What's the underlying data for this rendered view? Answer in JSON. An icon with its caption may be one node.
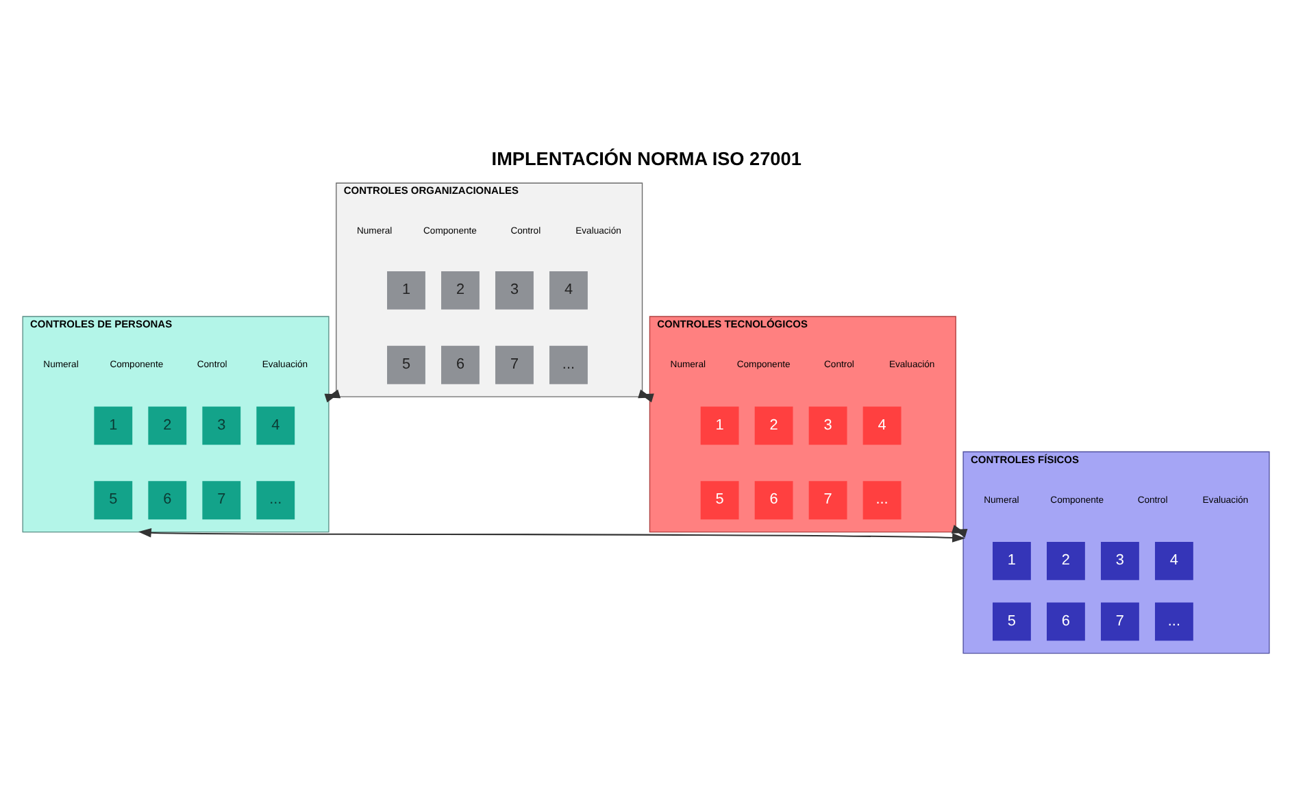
{
  "diagram": {
    "title": "IMPLENTACIÓN NORMA ISO 27001",
    "nodes": [
      {
        "text": [
          "CONTROLES ORGANIZACIONALES"
        ]
      },
      {
        "text": [
          "1"
        ],
        "in": 0
      },
      {
        "text": [
          "2"
        ],
        "in": 0
      },
      {
        "text": [
          "3"
        ],
        "in": 0
      },
      {
        "text": [
          "4"
        ],
        "in": 0
      },
      {
        "text": [
          "5"
        ],
        "in": 0
      },
      {
        "text": [
          "6"
        ],
        "in": 0
      },
      {
        "text": [
          "7"
        ],
        "in": 0
      },
      {
        "text": [
          "..."
        ],
        "in": 0
      },
      {
        "text": [
          "CONTROLES DE PERSONAS"
        ]
      },
      {
        "text": [
          "1"
        ],
        "in": 9
      },
      {
        "text": [
          "2"
        ],
        "in": 9
      },
      {
        "text": [
          "3"
        ],
        "in": 9
      },
      {
        "text": [
          "4"
        ],
        "in": 9
      },
      {
        "text": [
          "5"
        ],
        "in": 9
      },
      {
        "text": [
          "6"
        ],
        "in": 9
      },
      {
        "text": [
          "7"
        ],
        "in": 9
      },
      {
        "text": [
          "..."
        ],
        "in": 9
      },
      {
        "text": [
          "CONTROLES TECNOLÓGICOS"
        ]
      },
      {
        "text": [
          "1"
        ],
        "in": 18
      },
      {
        "text": [
          "2"
        ],
        "in": 18
      },
      {
        "text": [
          "3"
        ],
        "in": 18
      },
      {
        "text": [
          "4"
        ],
        "in": 18
      },
      {
        "text": [
          "5"
        ],
        "in": 18
      },
      {
        "text": [
          "6"
        ],
        "in": 18
      },
      {
        "text": [
          "7"
        ],
        "in": 18
      },
      {
        "text": [
          "..."
        ],
        "in": 18
      },
      {
        "text": [
          "CONTROLES FÍSICOS"
        ]
      },
      {
        "text": [
          "1"
        ],
        "in": 27
      },
      {
        "text": [
          "2"
        ],
        "in": 27
      },
      {
        "text": [
          "3"
        ],
        "in": 27
      },
      {
        "text": [
          "4"
        ],
        "in": 27
      },
      {
        "text": [
          "5"
        ],
        "in": 27
      },
      {
        "text": [
          "6"
        ],
        "in": 27
      },
      {
        "text": [
          "7"
        ],
        "in": 27
      },
      {
        "text": [
          "..."
        ],
        "in": 27
      }
    ],
    "edges": [
      {
        "from": 0,
        "to": 9,
        "arrow": "both"
      },
      {
        "from": 0,
        "to": 18,
        "arrow": "both"
      },
      {
        "from": 9,
        "to": 27,
        "arrow": "both"
      },
      {
        "from": 18,
        "to": 27,
        "arrow": "both"
      }
    ],
    "labels": [
      "Numeral",
      "Componente",
      "Control",
      "Evaluación",
      "Numeral",
      "Componente",
      "Control",
      "Evaluación",
      "Numeral",
      "Componente",
      "Control",
      "Evaluación",
      "Numeral",
      "Componente",
      "Control",
      "Evaluación"
    ]
  }
}
